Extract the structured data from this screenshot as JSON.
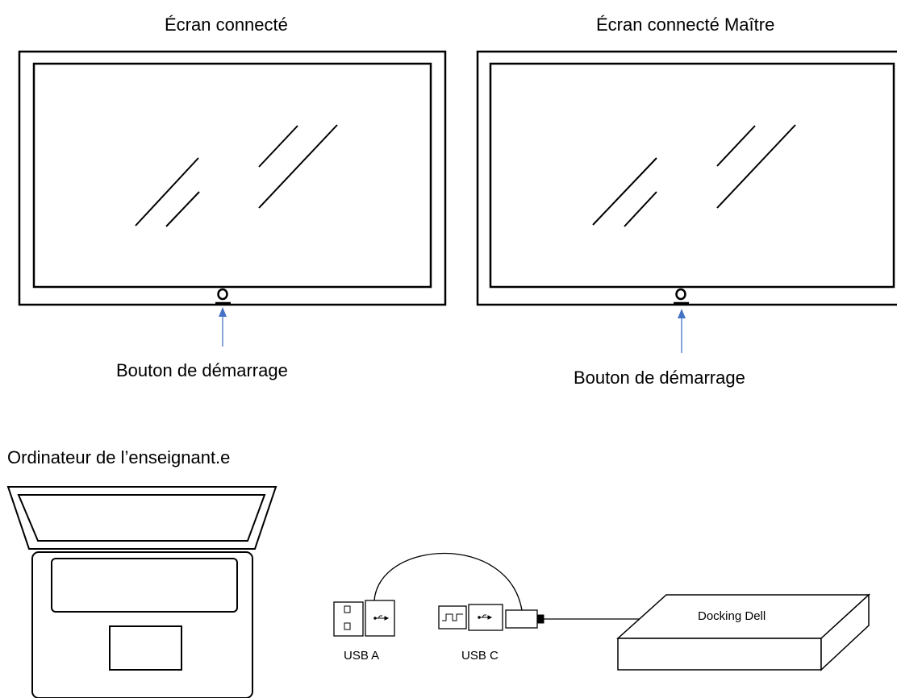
{
  "screens": [
    {
      "title": "Écran connecté",
      "button_label": "Bouton de démarrage"
    },
    {
      "title": "Écran connecté Maître",
      "button_label": "Bouton de démarrage"
    }
  ],
  "teacher_computer": {
    "label": "Ordinateur de l’enseignant.e"
  },
  "adapters": [
    {
      "label": "USB A"
    },
    {
      "label": "USB C"
    }
  ],
  "dock": {
    "label": "Docking Dell"
  },
  "colors": {
    "arrow": "#4472c4",
    "stroke": "#000000"
  },
  "icons": [
    "power-button-icon",
    "usb-symbol-icon",
    "laptop-icon",
    "docking-station-icon"
  ]
}
